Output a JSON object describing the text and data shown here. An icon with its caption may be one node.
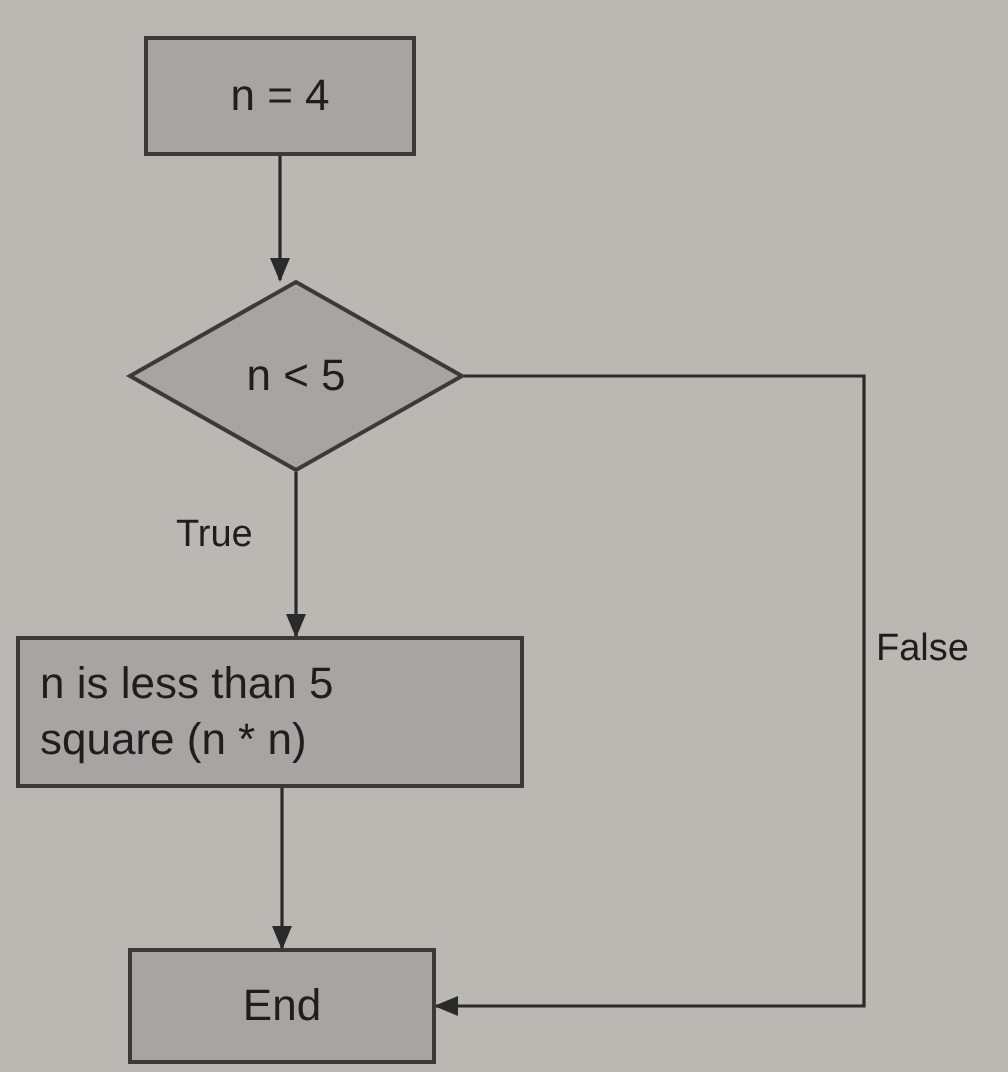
{
  "diagram": {
    "nodes": [
      {
        "text": [
          "n = 4"
        ]
      },
      {
        "text": [
          "n < 5"
        ]
      },
      {
        "text": [
          "n is less than 5",
          "square (n * n)"
        ]
      },
      {
        "text": [
          "End"
        ]
      }
    ],
    "edges": [
      {
        "from": 0,
        "to": 1,
        "arrow": "to"
      },
      {
        "from": 1,
        "to": 2,
        "arrow": "to",
        "label": "True"
      },
      {
        "from": 2,
        "to": 3,
        "arrow": "to"
      },
      {
        "from": 1,
        "to": 3,
        "arrow": "to",
        "label": "False"
      }
    ]
  }
}
